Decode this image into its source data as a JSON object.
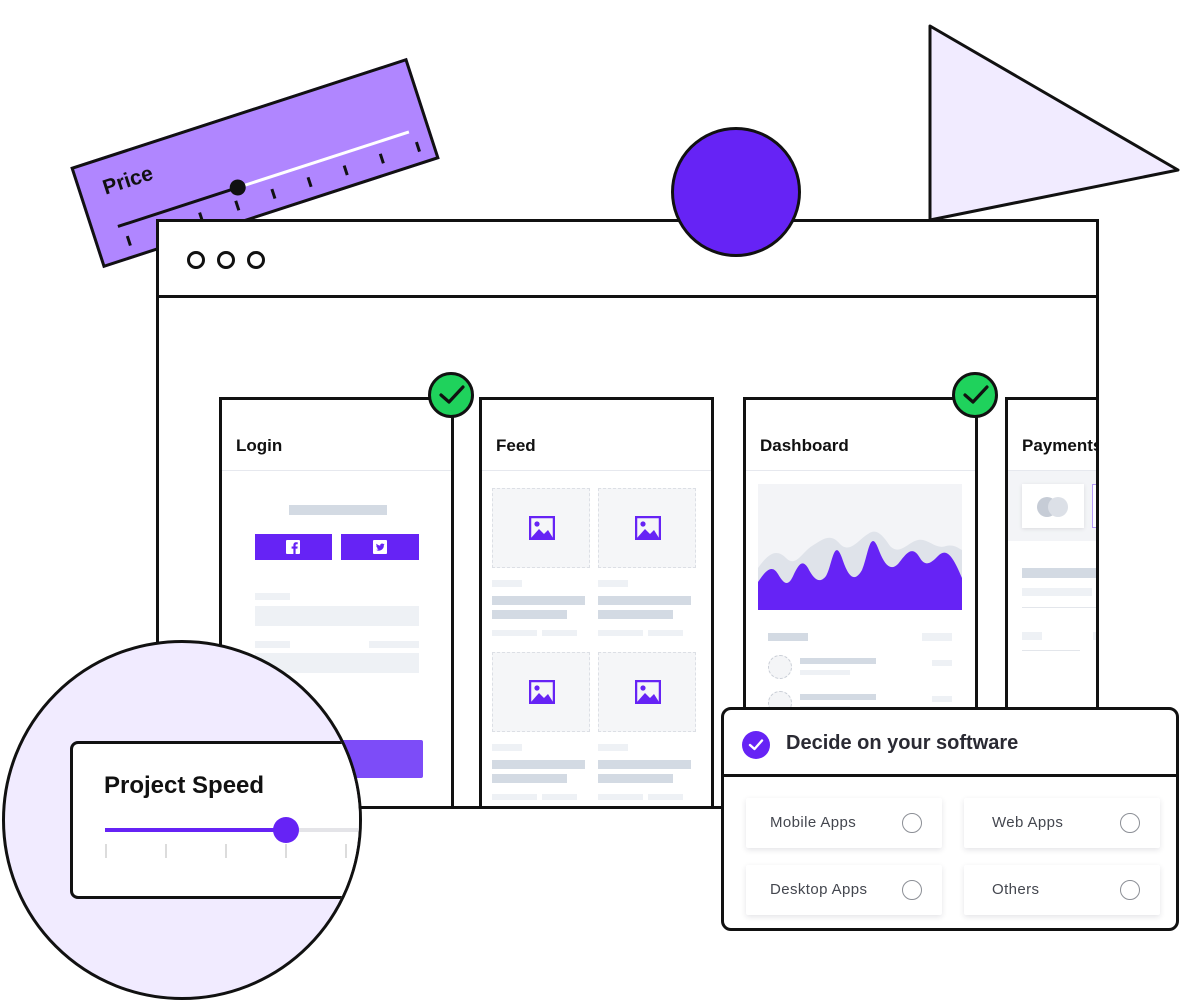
{
  "colors": {
    "accent": "#6623f5",
    "accent_light": "#b086ff",
    "lavender": "#f1ebff",
    "success": "#1fd25c",
    "outline": "#111111"
  },
  "price_card": {
    "label": "Price"
  },
  "browser": {
    "window_controls": [
      "dot",
      "dot",
      "dot"
    ],
    "screens": [
      {
        "title": "Login",
        "checked": true
      },
      {
        "title": "Feed",
        "checked": false
      },
      {
        "title": "Dashboard",
        "checked": true
      },
      {
        "title": "Payments",
        "checked": false
      }
    ],
    "login_social_icons": [
      "facebook-icon",
      "twitter-icon"
    ],
    "feed_image_icon": "image-icon"
  },
  "project_speed": {
    "title": "Project Speed",
    "value_fraction": 0.67
  },
  "decide": {
    "title": "Decide on your software",
    "options": [
      {
        "label": "Mobile Apps",
        "selected": false
      },
      {
        "label": "Web Apps",
        "selected": false
      },
      {
        "label": "Desktop Apps",
        "selected": false
      },
      {
        "label": "Others",
        "selected": false
      }
    ]
  }
}
